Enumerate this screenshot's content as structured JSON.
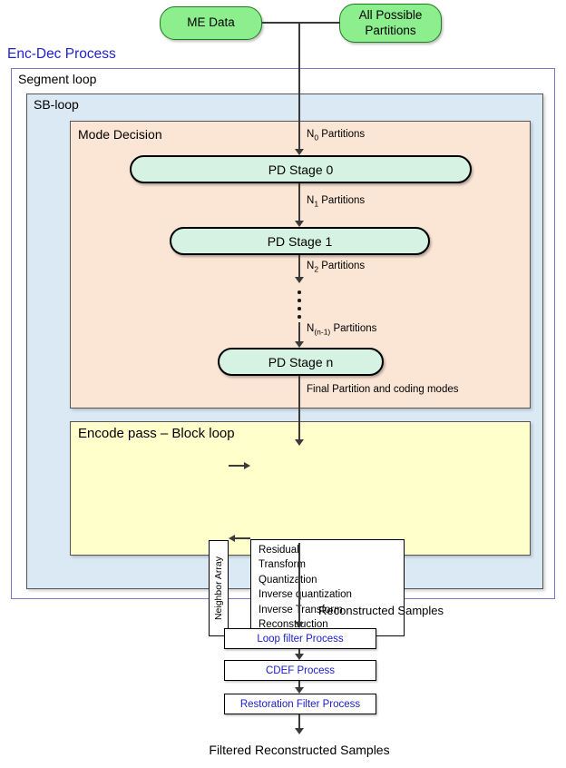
{
  "header": {
    "me_data": "ME Data",
    "all_partitions": "All Possible Partitions"
  },
  "process_title": "Enc-Dec Process",
  "segment_loop": {
    "label": "Segment loop"
  },
  "sb_loop": {
    "label": "SB-loop"
  },
  "mode_decision": {
    "label": "Mode Decision",
    "partitions": [
      {
        "pre": "N",
        "sub": "0",
        "post": " Partitions"
      },
      {
        "pre": "N",
        "sub": "1",
        "post": " Partitions"
      },
      {
        "pre": "N",
        "sub": "2",
        "post": " Partitions"
      },
      {
        "pre": "N",
        "sub": "(n-1)",
        "post": " Partitions"
      }
    ],
    "stages": [
      "PD Stage 0",
      "PD Stage 1",
      "PD Stage n"
    ],
    "final_label": "Final Partition and coding modes"
  },
  "encode_pass": {
    "label": "Encode pass – Block loop",
    "neighbor_array_label": "Neighbor Array",
    "steps": [
      "Residual",
      "Transform",
      "Quantization",
      "Inverse quantization",
      "Inverse Transform",
      "Reconstruction"
    ]
  },
  "post_process": {
    "reconstructed_label": "Reconstructed Samples",
    "filters": [
      "Loop filter Process",
      "CDEF Process",
      "Restoration Filter Process"
    ],
    "output_label": "Filtered Reconstructed Samples"
  },
  "colors": {
    "node_green": "#8dee8d",
    "node_green_border": "#1e7a1e",
    "pill_mint": "#d5f2e2",
    "mode_decision_bg": "#fbe5d5",
    "sb_loop_bg": "#dbe9f4",
    "encode_pass_bg": "#ffffcc",
    "segment_loop_border": "#7878cc",
    "title_blue": "#1f1fd0",
    "filter_text_blue": "#1a1acc",
    "line": "#3a3a3a"
  }
}
